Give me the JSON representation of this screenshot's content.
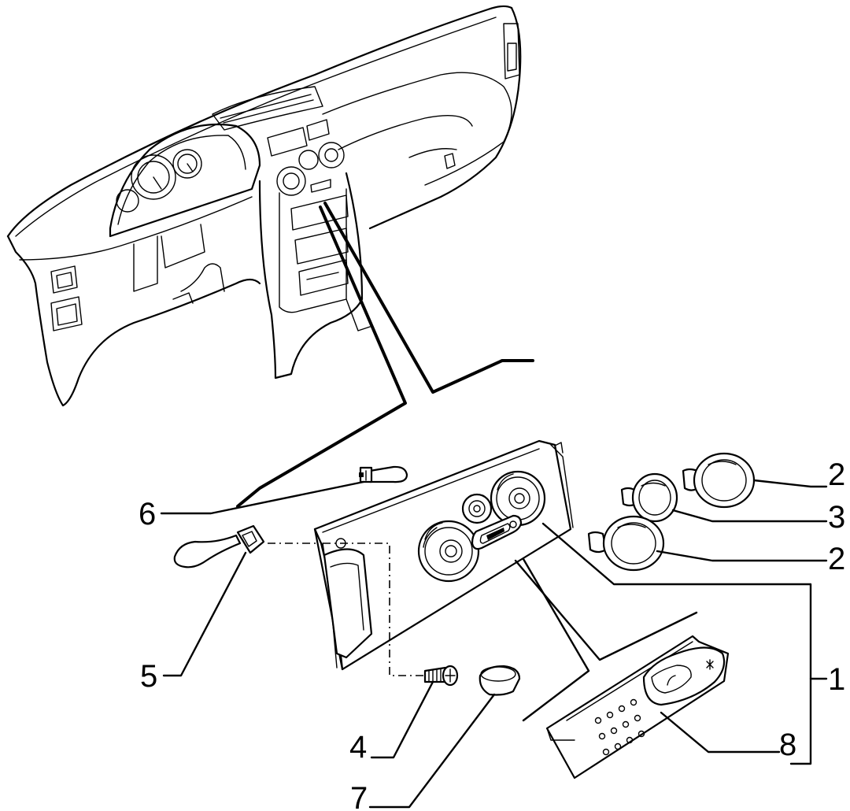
{
  "callouts": [
    {
      "id": "part-1",
      "label": "1"
    },
    {
      "id": "part-2a",
      "label": "2"
    },
    {
      "id": "part-3",
      "label": "3"
    },
    {
      "id": "part-2b",
      "label": "2"
    },
    {
      "id": "part-6",
      "label": "6"
    },
    {
      "id": "part-5",
      "label": "5"
    },
    {
      "id": "part-4",
      "label": "4"
    },
    {
      "id": "part-7",
      "label": "7"
    },
    {
      "id": "part-8",
      "label": "8"
    }
  ]
}
